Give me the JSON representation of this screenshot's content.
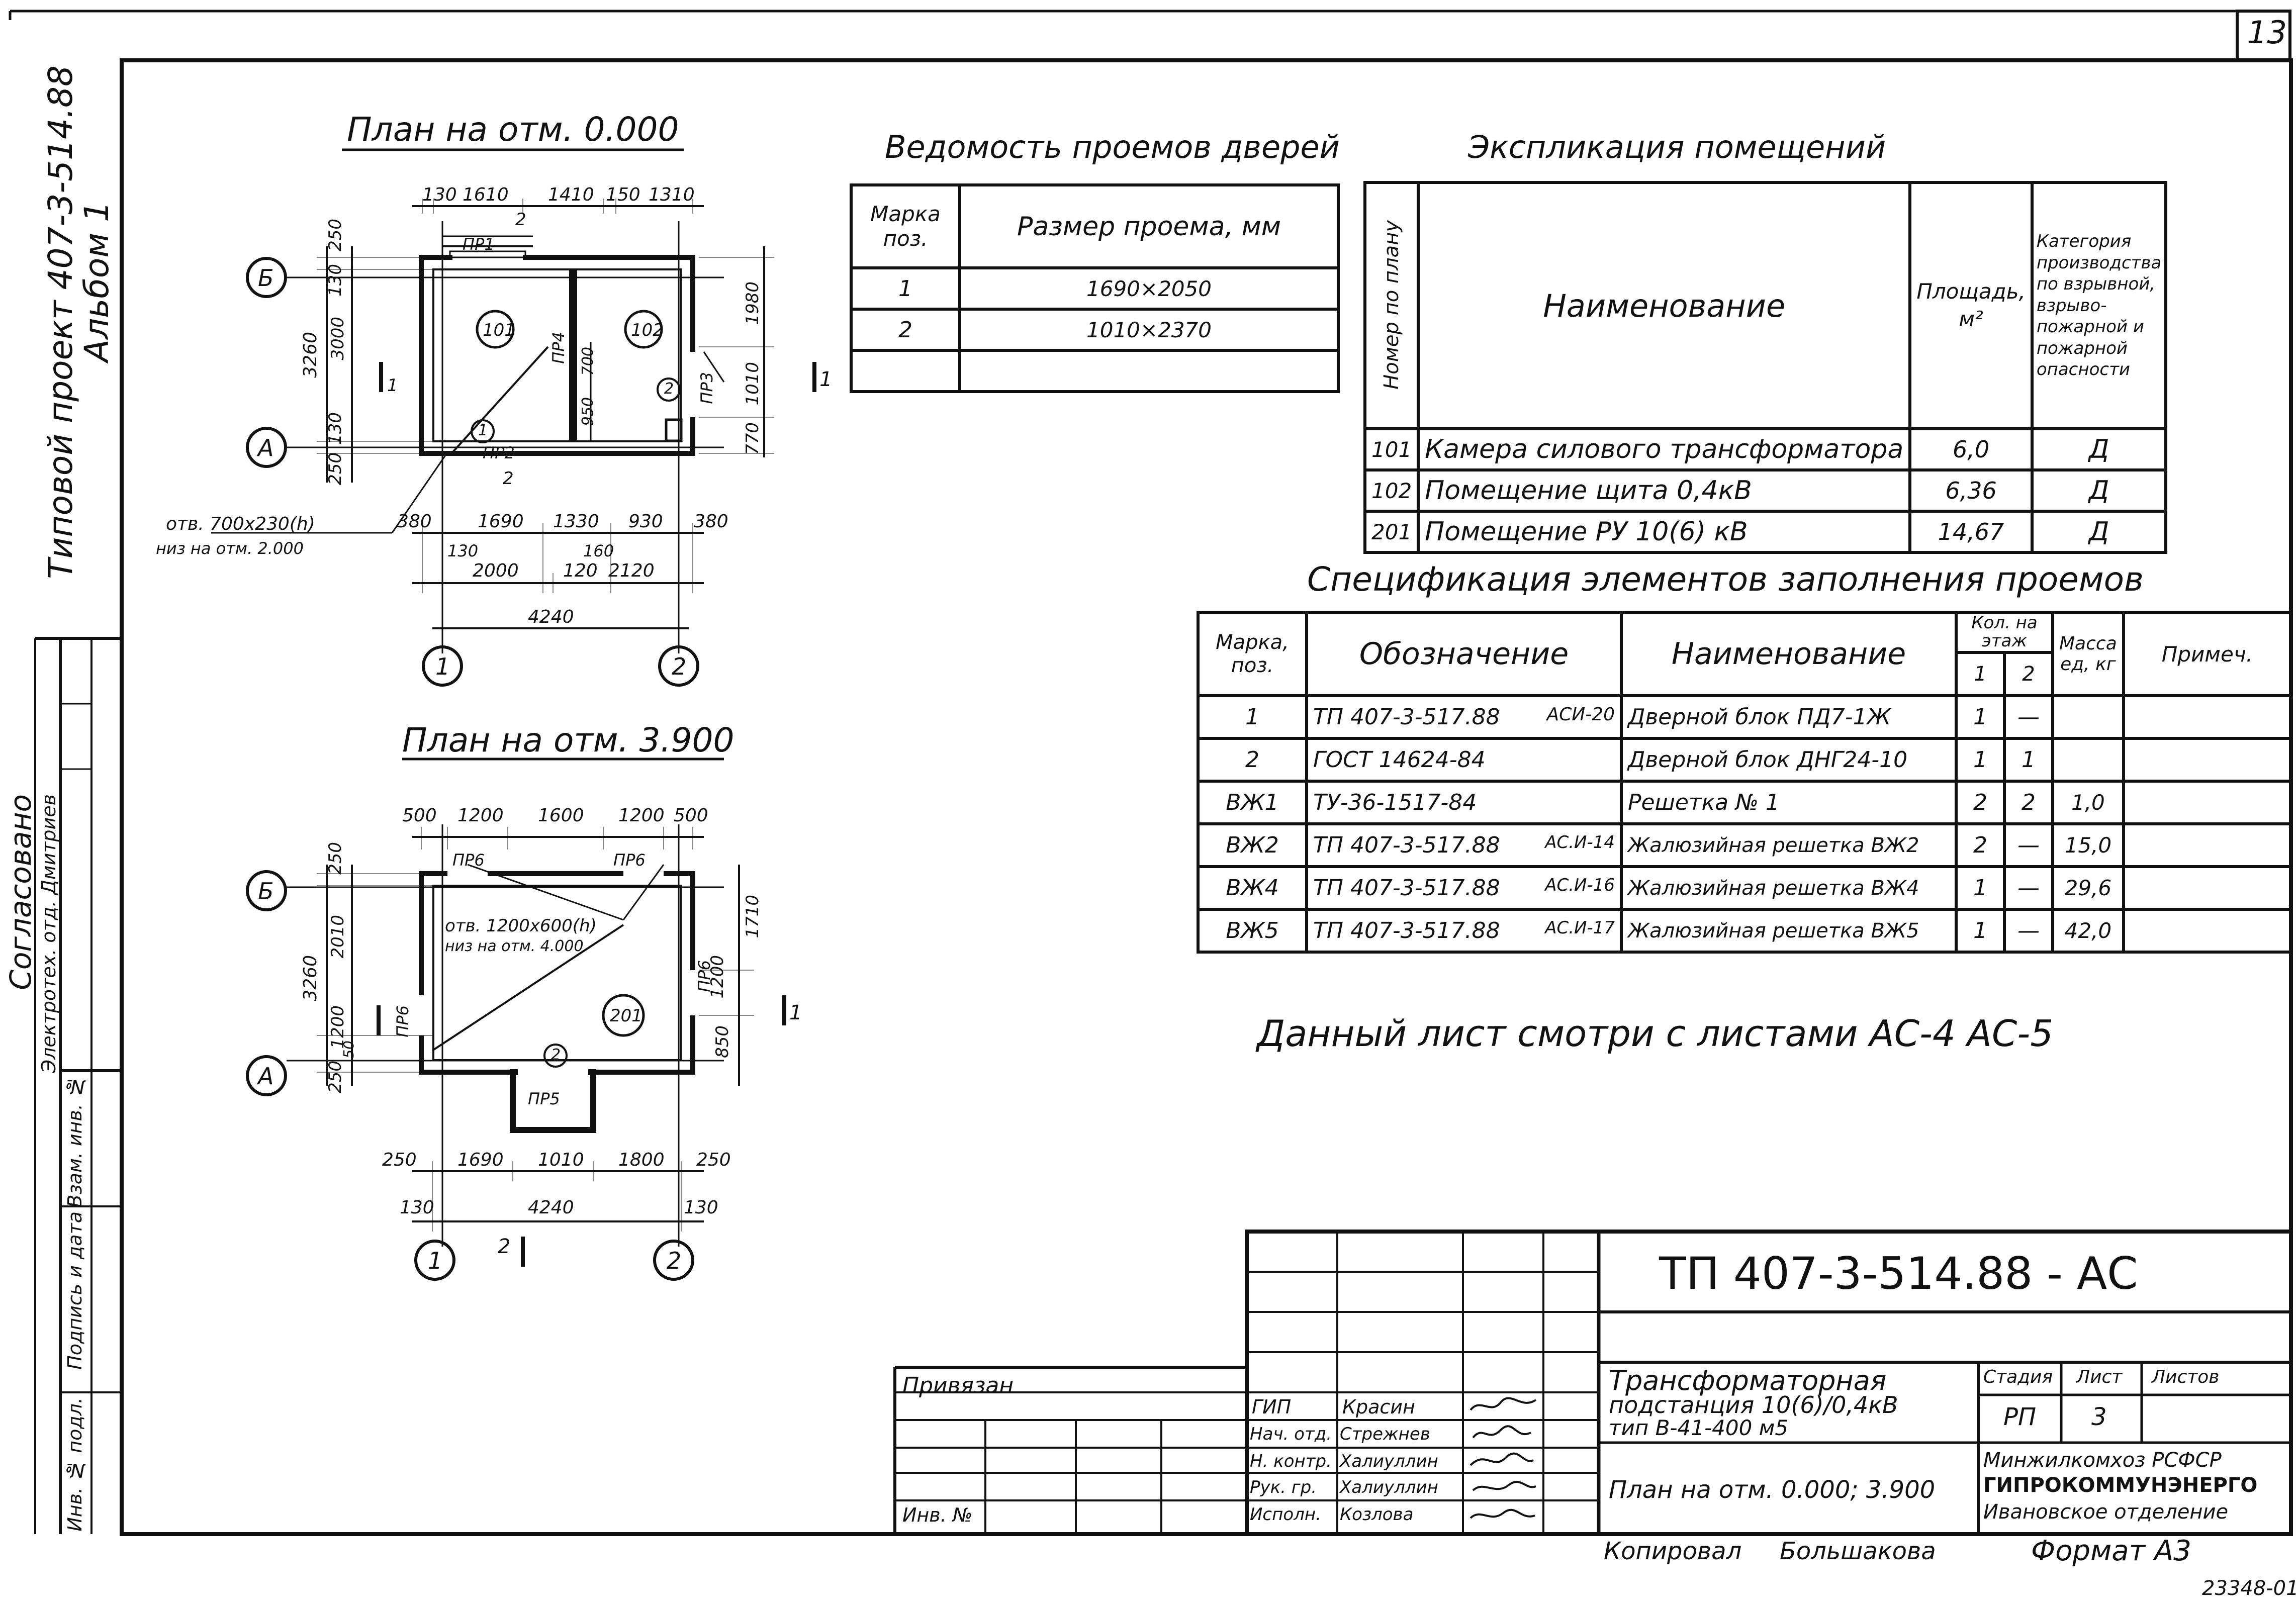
{
  "sheet": {
    "number": "13",
    "side_project": "Типовой проект 407-3-514.88",
    "side_album": "Альбом 1",
    "inventory_no": "23348-01",
    "note": "Данный лист смотри с листами АС-4 АС-5"
  },
  "plan1": {
    "title": "План на отм. 0.000",
    "axes": {
      "b": "Б",
      "a": "А",
      "n1": "1",
      "n2": "2"
    },
    "dims_top": [
      "130",
      "1610",
      "1410",
      "150",
      "1310"
    ],
    "dims_bottom_row1": [
      "380",
      "1690",
      "1330",
      "930",
      "380"
    ],
    "dims_bottom_row2": [
      "130",
      "2000",
      "160",
      "120",
      "2120"
    ],
    "dims_total": "4240",
    "dims_left": [
      "250",
      "130",
      "3000",
      "130",
      "250"
    ],
    "dim_left_total": "3260",
    "dims_right": [
      "1980",
      "1010",
      "770"
    ],
    "dims_inner": [
      "700",
      "950"
    ],
    "rooms": [
      "101",
      "102"
    ],
    "markers": [
      "1",
      "2",
      "2",
      "2",
      "1"
    ],
    "openings": [
      "ПР1",
      "ПР2",
      "ПР3",
      "ПР4"
    ],
    "section": "1",
    "opening_note": "отв. 700х230(h)",
    "opening_note2": "низ на отм. 2.000"
  },
  "plan2": {
    "title": "План на отм. 3.900",
    "axes": {
      "b": "Б",
      "a": "А",
      "n1": "1",
      "n2": "2"
    },
    "dims_top": [
      "500",
      "1200",
      "1600",
      "1200",
      "500"
    ],
    "dims_bottom": [
      "250",
      "1690",
      "1010",
      "1800",
      "250"
    ],
    "dims_bottom_row2": [
      "130",
      "4240",
      "130"
    ],
    "dims_left": [
      "250",
      "2010",
      "1200",
      "50",
      "250"
    ],
    "dim_left_total": "3260",
    "dims_right": [
      "1710",
      "1200",
      "850"
    ],
    "rooms": [
      "201"
    ],
    "marker": "2",
    "openings": [
      "ПР6",
      "ПР6",
      "ПР6",
      "ПР6",
      "ПР5"
    ],
    "section": "1",
    "section2": "2",
    "opening_note": "отв. 1200х600(h)",
    "opening_note2": "низ на отм. 4.000"
  },
  "doors": {
    "title": "Ведомость проемов дверей",
    "headers": [
      "Марка поз.",
      "Размер проема, мм"
    ],
    "rows": [
      [
        "1",
        "1690×2050"
      ],
      [
        "2",
        "1010×2370"
      ],
      [
        "",
        ""
      ]
    ]
  },
  "rooms_table": {
    "title": "Экспликация помещений",
    "headers": [
      "Номер по плану",
      "Наименование",
      "Площадь, м²",
      "Категория производства по взрывной, взрыво-пожарной и пожарной опасности"
    ],
    "rows": [
      [
        "101",
        "Камера силового трансформатора",
        "6,0",
        "Д"
      ],
      [
        "102",
        "Помещение щита 0,4кВ",
        "6,36",
        "Д"
      ],
      [
        "201",
        "Помещение РУ 10(6) кВ",
        "14,67",
        "Д"
      ]
    ]
  },
  "spec": {
    "title": "Спецификация элементов заполнения проемов",
    "headers": {
      "mark": "Марка, поз.",
      "designation": "Обозначение",
      "name": "Наименование",
      "qty": "Кол. на этаж",
      "floor1": "1",
      "floor2": "2",
      "mass": "Масса ед, кг",
      "note": "Примеч."
    },
    "rows": [
      [
        "1",
        "ТП 407-3-517.88",
        "АСИ-20",
        "Дверной блок ПД7-1Ж",
        "1",
        "—",
        "",
        ""
      ],
      [
        "2",
        "ГОСТ 14624-84",
        "",
        "Дверной блок ДНГ24-10",
        "1",
        "1",
        "",
        ""
      ],
      [
        "ВЖ1",
        "ТУ-36-1517-84",
        "",
        "Решетка № 1",
        "2",
        "2",
        "1,0",
        ""
      ],
      [
        "ВЖ2",
        "ТП 407-3-517.88",
        "АС.И-14",
        "Жалюзийная решетка ВЖ2",
        "2",
        "—",
        "15,0",
        ""
      ],
      [
        "ВЖ4",
        "ТП 407-3-517.88",
        "АС.И-16",
        "Жалюзийная решетка ВЖ4",
        "1",
        "—",
        "29,6",
        ""
      ],
      [
        "ВЖ5",
        "ТП 407-3-517.88",
        "АС.И-17",
        "Жалюзийная решетка ВЖ5",
        "1",
        "—",
        "42,0",
        ""
      ]
    ]
  },
  "stamp": {
    "code": "ТП 407-3-514.88 - АС",
    "privyazan": "Привязан",
    "inv_label": "Инв. №",
    "roles": [
      [
        "ГИП",
        "Красин"
      ],
      [
        "Нач. отд.",
        "Стрежнев"
      ],
      [
        "Н. контр.",
        "Халиуллин"
      ],
      [
        "Рук. гр.",
        "Халиуллин"
      ],
      [
        "Исполн.",
        "Козлова"
      ]
    ],
    "object_title_1": "Трансформаторная",
    "object_title_2": "подстанция 10(6)/0,4кВ",
    "object_title_3": "тип В-41-400 м5",
    "sheet_title": "План на отм. 0.000; 3.900",
    "stage_label": "Стадия",
    "sheet_label": "Лист",
    "sheets_label": "Листов",
    "stage": "РП",
    "sheet_no": "3",
    "org_1": "Минжилкомхоз РСФСР",
    "org_2": "ГИПРОКОММУНЭНЕРГО",
    "org_3": "Ивановское отделение",
    "copied_label": "Копировал",
    "copied_name": "Большакова",
    "format": "Формат А3"
  },
  "side_stamp": {
    "agreed": "Согласовано",
    "agreed_org": "Электротех. отд. Дмитриев",
    "inv_podl": "Инв. № подл.",
    "sign_date": "Подпись и дата",
    "vzam": "Взам. инв. №"
  }
}
